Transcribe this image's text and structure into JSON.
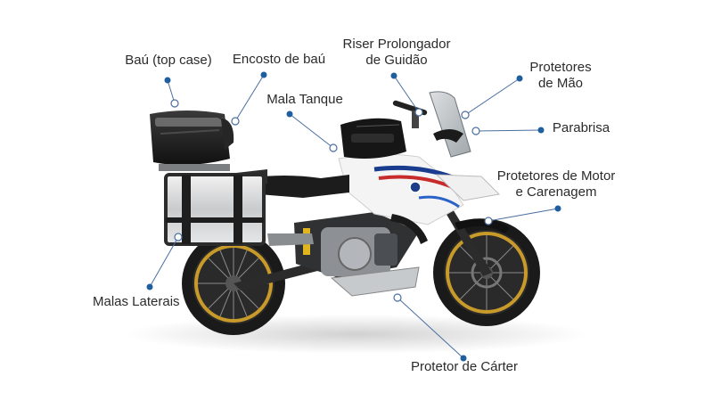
{
  "accent_color": "#1f5fa0",
  "labels": {
    "top_case": "Baú (top case)",
    "backrest": "Encosto de baú",
    "tank_bag": "Mala Tanque",
    "riser_line1": "Riser Prolongador",
    "riser_line2": "de Guidão",
    "hand_guard_line1": "Protetores",
    "hand_guard_line2": "de Mão",
    "windshield": "Parabrisa",
    "engine_guard_line1": "Protetores de Motor",
    "engine_guard_line2": "e Carenagem",
    "side_cases": "Malas Laterais",
    "skid_plate": "Protetor de Cárter"
  }
}
